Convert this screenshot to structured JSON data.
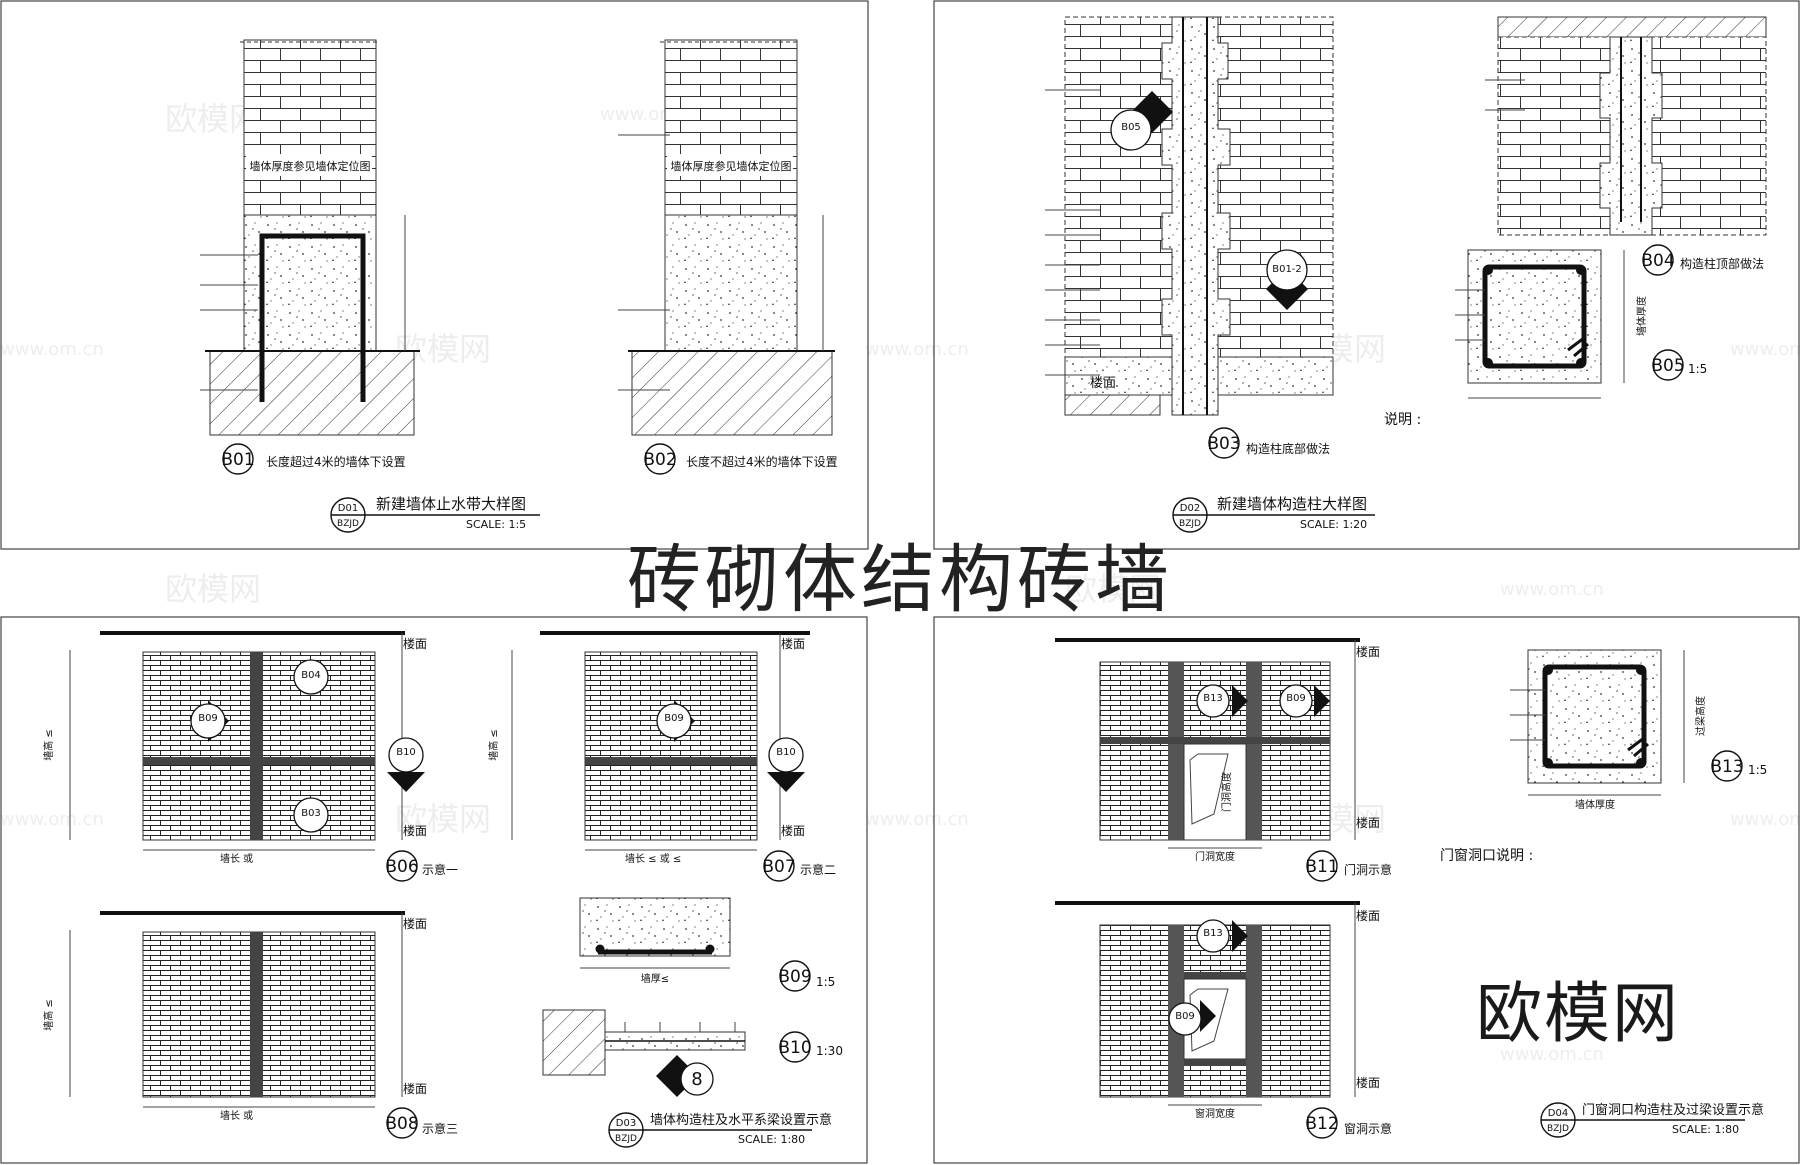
{
  "main_title": "砖砌体结构砖墙",
  "brand": "欧模网",
  "watermark": {
    "cn": "欧模网",
    "url": "www.om.cn"
  },
  "panel_d01": {
    "sheet_no": "D01",
    "sheet_code": "BZJD",
    "title": "新建墙体止水带大样图",
    "scale": "SCALE:  1:5",
    "b01": {
      "tag": "B01",
      "caption": "长度超过4米的墙体下设置",
      "note": "墙体厚度参见墙体定位图"
    },
    "b02": {
      "tag": "B02",
      "caption": "长度不超过4米的墙体下设置",
      "note": "墙体厚度参见墙体定位图"
    }
  },
  "panel_d02": {
    "sheet_no": "D02",
    "sheet_code": "BZJD",
    "title": "新建墙体构造柱大样图",
    "scale": "SCALE:  1:20",
    "b03": {
      "tag": "B03",
      "caption": "构造柱底部做法",
      "floor": "楼面",
      "marker_b05": "B05",
      "marker_b012": "B01-2"
    },
    "b04": {
      "tag": "B04",
      "caption": "构造柱顶部做法"
    },
    "b05": {
      "tag": "B05",
      "scale": "1:5",
      "dim": "墙体厚度"
    },
    "note": "说明 :"
  },
  "panel_d03": {
    "sheet_no": "D03",
    "sheet_code": "BZJD",
    "title": "墙体构造柱及水平系梁设置示意",
    "scale": "SCALE:  1:80",
    "b06": {
      "tag": "B06",
      "caption": "示意一",
      "floor_top": "楼面",
      "floor_bottom": "楼面",
      "wall_height": "墙高 ≤",
      "wall_length": "墙长        或",
      "m_b04": "B04",
      "m_b09": "B09",
      "m_b10": "B10",
      "m_b03": "B03"
    },
    "b07": {
      "tag": "B07",
      "caption": "示意二",
      "floor_top": "楼面",
      "floor_bottom": "楼面",
      "wall_height": "墙高 ≤",
      "wall_length": "墙长 ≤      或 ≤",
      "m_b09": "B09",
      "m_b10": "B10"
    },
    "b08": {
      "tag": "B08",
      "caption": "示意三",
      "floor_top": "楼面",
      "floor_bottom": "楼面",
      "wall_height": "墙高 ≤",
      "wall_length": "墙长        或"
    },
    "b09": {
      "tag": "B09",
      "scale": "1:5",
      "dim": "墙厚≤"
    },
    "b10": {
      "tag": "B10",
      "scale": "1:30",
      "marker": "8"
    }
  },
  "panel_d04": {
    "sheet_no": "D04",
    "sheet_code": "BZJD",
    "title": "门窗洞口构造柱及过梁设置示意",
    "scale": "SCALE:  1:80",
    "b11": {
      "tag": "B11",
      "caption": "门洞示意",
      "floor_top": "楼面",
      "floor_bottom": "楼面",
      "opening_width": "门洞宽度",
      "opening_height": "门洞高度",
      "m_b13": "B13",
      "m_b09": "B09"
    },
    "b12": {
      "tag": "B12",
      "caption": "窗洞示意",
      "floor_top": "楼面",
      "floor_bottom": "楼面",
      "opening_width": "窗洞宽度",
      "m_b13": "B13",
      "m_b09": "B09"
    },
    "b13": {
      "tag": "B13",
      "scale": "1:5",
      "dim_w": "墙体厚度",
      "dim_h": "过梁高度"
    },
    "note": "门窗洞口说明 :"
  }
}
